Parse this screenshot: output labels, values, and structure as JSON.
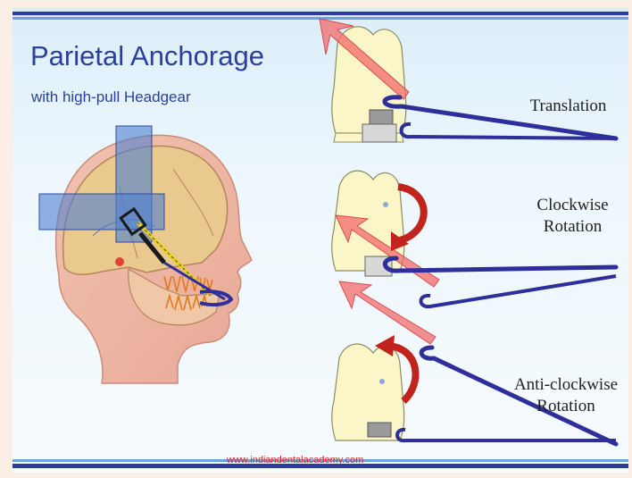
{
  "title": "Parietal Anchorage",
  "subtitle": "with high-pull Headgear",
  "labels": {
    "translation": "Translation",
    "clockwise_line1": "Clockwise",
    "clockwise_line2": "Rotation",
    "anticlockwise_line1": "Anti-clockwise",
    "anticlockwise_line2": "Rotation"
  },
  "website": "www.indiandentalacademy.com",
  "colors": {
    "title": "#2b3f9c",
    "headgear_wire": "#2e2f9a",
    "force_arrow": "#f26b6b",
    "rotation_arrow": "#c0241c",
    "skull": "#e9c98e",
    "tooth": "#fbf6c8",
    "anchorage_band": "#4d7fd1"
  }
}
